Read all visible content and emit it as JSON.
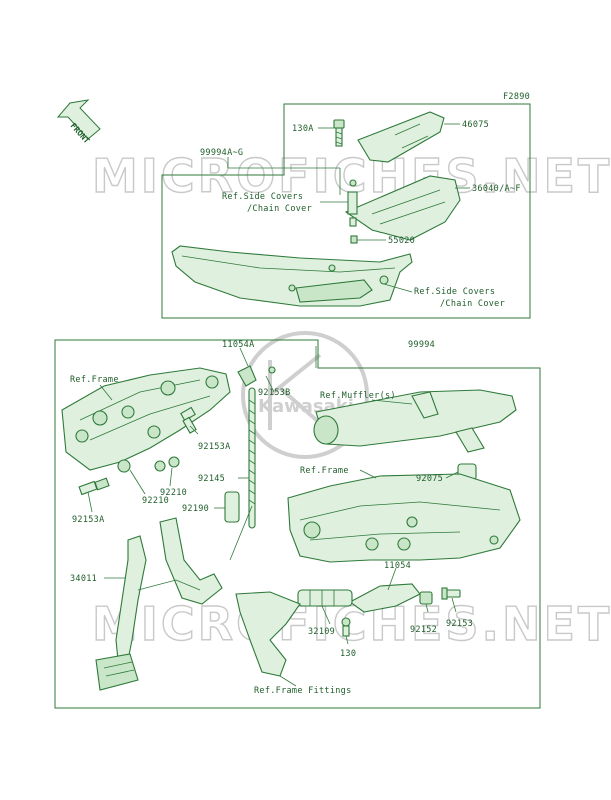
{
  "figure_code": "F2890",
  "front_label": "FRONT",
  "watermark": {
    "text": "MICROFICHES.NET",
    "brand": "Kawasaki"
  },
  "colors": {
    "line": "#2f7a3a",
    "fill": "#dff0df",
    "text": "#1f5e2a",
    "watermark": "#c9c9c9"
  },
  "labels": {
    "l130a": "130A",
    "l46075": "46075",
    "l99994ag": "99994A~G",
    "ref_side_covers_1a": "Ref.Side Covers",
    "ref_side_covers_1b": "/Chain Cover",
    "l36040": "36040/A~F",
    "l55020": "55020",
    "ref_side_covers_2a": "Ref.Side Covers",
    "ref_side_covers_2b": "/Chain Cover",
    "l11054a": "11054A",
    "l99994": "99994",
    "ref_frame_1": "Ref.Frame",
    "l92153b": "92153B",
    "ref_muffler": "Ref.Muffler(s)",
    "l92153a_1": "92153A",
    "l92210_1": "92210",
    "l92145": "92145",
    "ref_frame_2": "Ref.Frame",
    "l92210_2": "92210",
    "l92075": "92075",
    "l92153a_2": "92153A",
    "l92190": "92190",
    "l34011": "34011",
    "l11054": "11054",
    "l32109": "32109",
    "l92152": "92152",
    "l92153": "92153",
    "l130": "130",
    "ref_frame_fittings": "Ref.Frame Fittings"
  }
}
